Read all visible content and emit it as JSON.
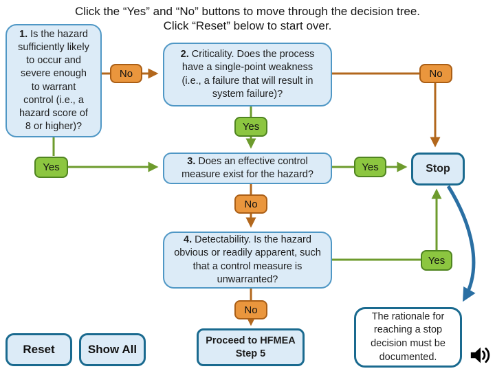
{
  "title": {
    "line1": "Click the “Yes” and “No” buttons to move through the decision tree.",
    "line2": "Click “Reset” below to start over."
  },
  "nodes": {
    "q1": {
      "num": "1.",
      "text": "Is the hazard sufficiently likely to occur and severe enough to warrant control (i.e., a hazard score of 8 or higher)?"
    },
    "q2": {
      "num": "2.",
      "text": "Criticality. Does the process have a single-point weakness (i.e., a failure that will result in system failure)?"
    },
    "q3": {
      "num": "3.",
      "text": "Does an effective control measure exist for the hazard?"
    },
    "q4": {
      "num": "4.",
      "text": "Detectability. Is the hazard obvious or readily apparent, such that a control measure is unwarranted?"
    },
    "stop": {
      "label": "Stop"
    },
    "proceed": {
      "label": "Proceed to HFMEA Step 5"
    },
    "rationale": {
      "text": "The rationale for reaching a stop decision must be documented."
    }
  },
  "buttons": {
    "yes": "Yes",
    "no": "No",
    "reset": "Reset",
    "show_all": "Show All"
  },
  "icons": {
    "speaker": "speaker-with-sound-waves"
  },
  "colors": {
    "yes_fill": "#8cc640",
    "yes_border": "#4f8420",
    "no_fill": "#ea963d",
    "no_border": "#aa5e15",
    "green_line": "#6d9b2d",
    "orange_line": "#b2671c",
    "blue_arrow": "#2a6fa3",
    "box_fill": "#dcebf7",
    "box_border_light": "#4f97c5",
    "box_border_dark": "#1a6a8f"
  }
}
